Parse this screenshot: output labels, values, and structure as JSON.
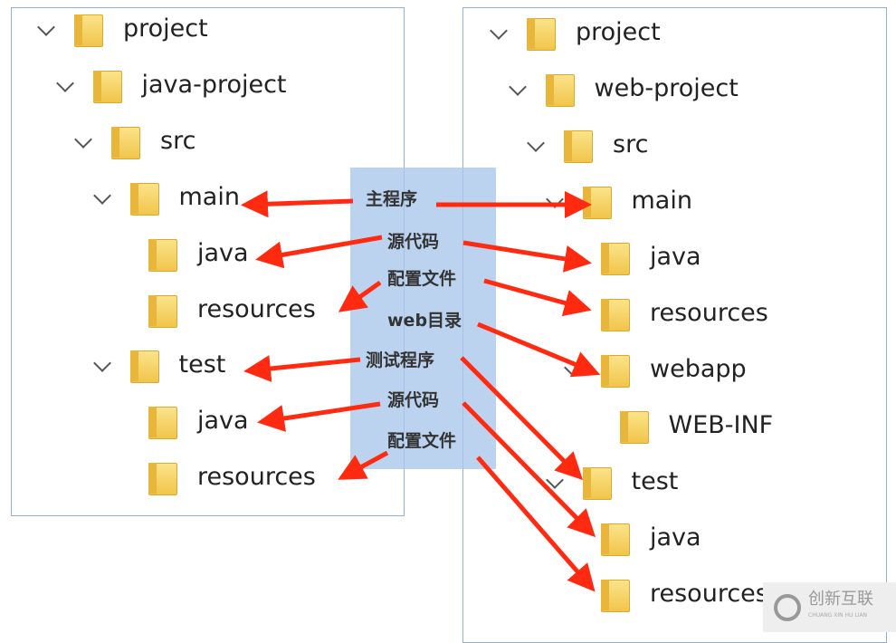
{
  "left_tree": [
    {
      "label": "project",
      "level": 0,
      "expanded": true
    },
    {
      "label": "java-project",
      "level": 1,
      "expanded": true
    },
    {
      "label": "src",
      "level": 2,
      "expanded": true
    },
    {
      "label": "main",
      "level": 3,
      "expanded": true
    },
    {
      "label": "java",
      "level": 4
    },
    {
      "label": "resources",
      "level": 4
    },
    {
      "label": "test",
      "level": 3,
      "expanded": true
    },
    {
      "label": "java",
      "level": 4
    },
    {
      "label": "resources",
      "level": 4
    }
  ],
  "right_tree": [
    {
      "label": "project",
      "level": 0,
      "expanded": true
    },
    {
      "label": "web-project",
      "level": 1,
      "expanded": true
    },
    {
      "label": "src",
      "level": 2,
      "expanded": true
    },
    {
      "label": "main",
      "level": 3,
      "expanded": true
    },
    {
      "label": "java",
      "level": 4
    },
    {
      "label": "resources",
      "level": 4
    },
    {
      "label": "webapp",
      "level": 4,
      "expanded": true
    },
    {
      "label": "WEB-INF",
      "level": 5
    },
    {
      "label": "test",
      "level": 3,
      "expanded": true
    },
    {
      "label": "java",
      "level": 4
    },
    {
      "label": "resources",
      "level": 4
    }
  ],
  "notes": [
    "主程序",
    "源代码",
    "配置文件",
    "web目录",
    "测试程序",
    "源代码",
    "配置文件"
  ],
  "watermark": {
    "name": "创新互联",
    "sub": "CHUANG XIN HU LIAN"
  },
  "colors": {
    "arrow": "#ff2a10",
    "box": "#aac8eb"
  }
}
